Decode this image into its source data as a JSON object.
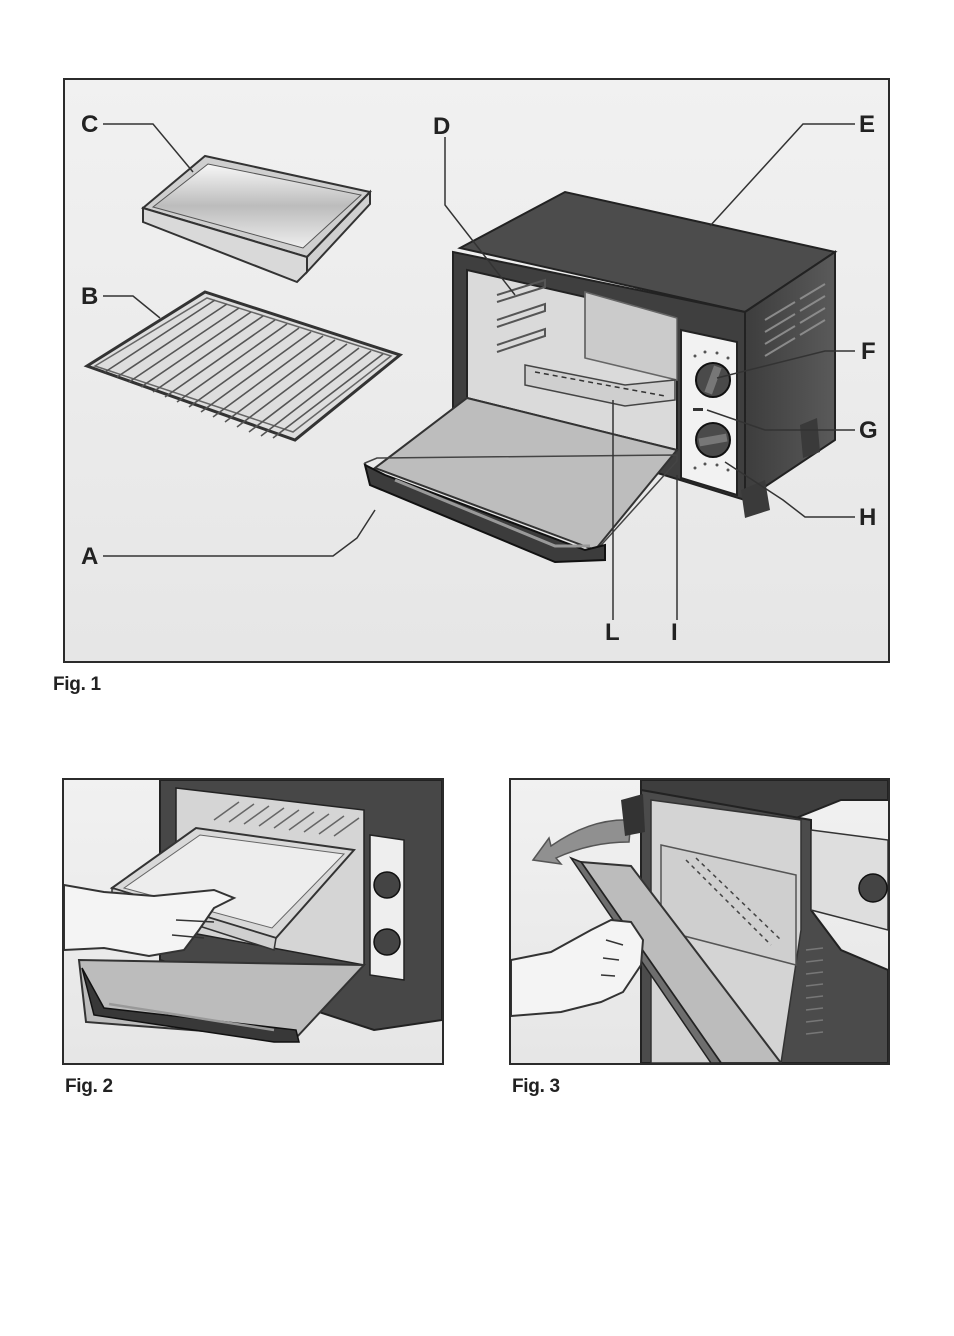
{
  "figures": [
    {
      "id": "fig1",
      "caption": "Fig. 1"
    },
    {
      "id": "fig2",
      "caption": "Fig. 2"
    },
    {
      "id": "fig3",
      "caption": "Fig. 3"
    }
  ],
  "labels": {
    "A": "A",
    "B": "B",
    "C": "C",
    "D": "D",
    "E": "E",
    "F": "F",
    "G": "G",
    "H": "H",
    "I": "I",
    "L": "L"
  },
  "colors": {
    "outline": "#2b2b2b",
    "oven_body": "#4a4a4a",
    "panel_bg": "#e8e8e8",
    "glass": "#bdbdbd"
  }
}
